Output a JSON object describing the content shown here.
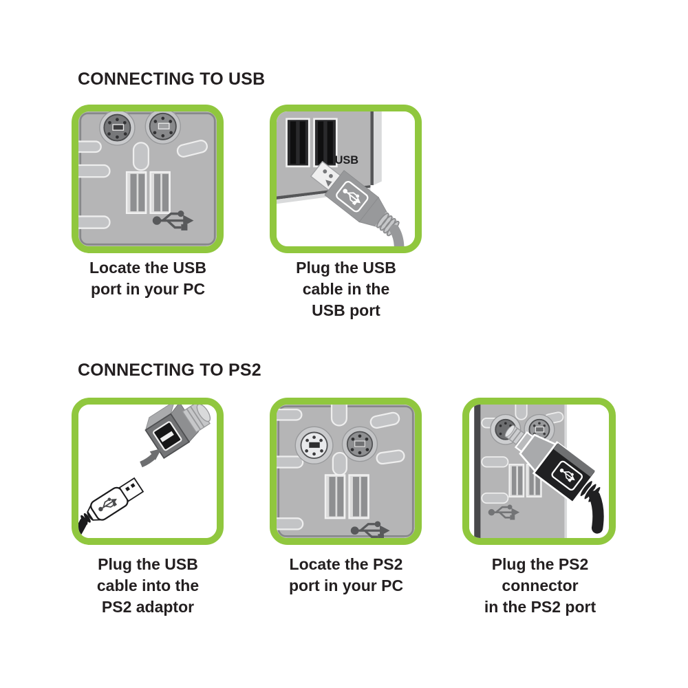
{
  "colors": {
    "frame_green": "#90c73e",
    "panel_gray": "#b5b5b6",
    "dark_gray": "#58595b",
    "black": "#1d1d1f",
    "text": "#231f20",
    "white": "#ffffff"
  },
  "sections": [
    {
      "heading": "CONNECTING TO USB",
      "panels": [
        {
          "icon": "pc-back-panel-usb-ports-illustration",
          "caption_lines": [
            "Locate the USB",
            "port in your PC"
          ]
        },
        {
          "icon": "usb-cable-plug-into-usb-port-illustration",
          "port_label": "USB",
          "caption_lines": [
            "Plug the USB",
            "cable in the",
            "USB port"
          ]
        }
      ]
    },
    {
      "heading": "CONNECTING TO PS2",
      "panels": [
        {
          "icon": "usb-cable-into-ps2-adaptor-illustration",
          "caption_lines": [
            "Plug the USB",
            "cable into the",
            "PS2 adaptor"
          ]
        },
        {
          "icon": "pc-back-panel-ps2-ports-illustration",
          "caption_lines": [
            "Locate the PS2",
            "port in your PC"
          ]
        },
        {
          "icon": "ps2-connector-into-ps2-port-illustration",
          "caption_lines": [
            "Plug the PS2",
            "connector",
            "in the PS2 port"
          ]
        }
      ]
    }
  ]
}
